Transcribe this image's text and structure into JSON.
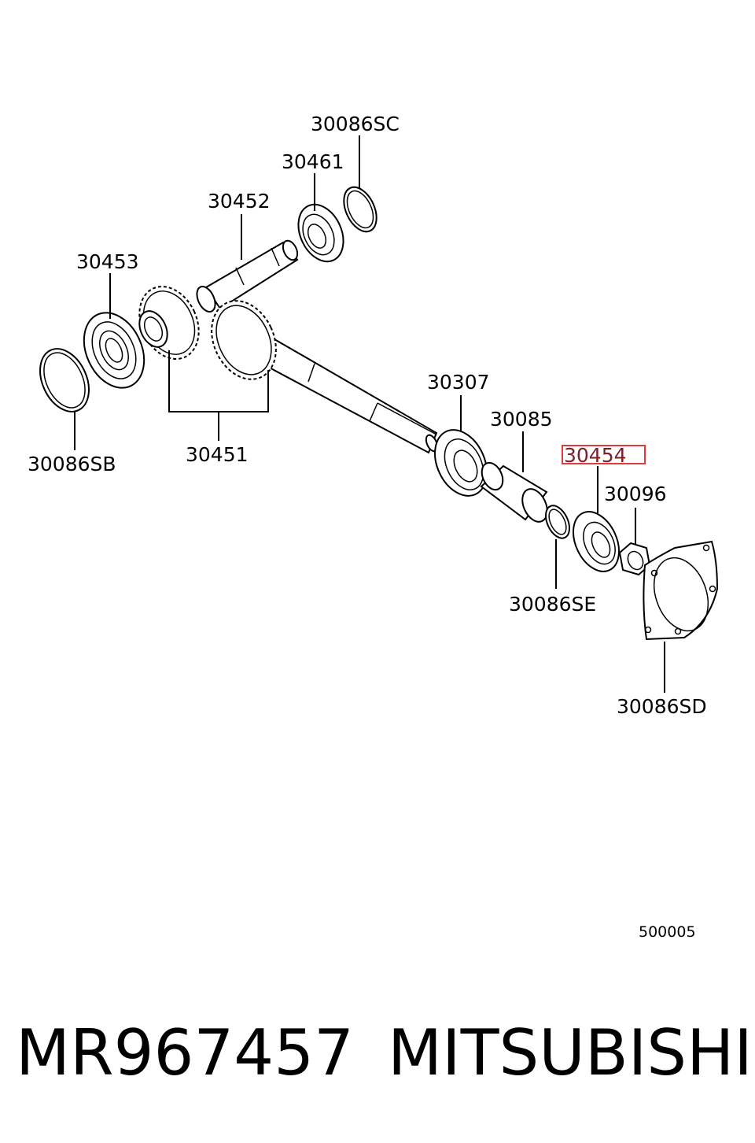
{
  "diagram": {
    "labels": {
      "p30086SC": "30086SC",
      "p30461": "30461",
      "p30452": "30452",
      "p30453": "30453",
      "p30451": "30451",
      "p30086SB": "30086SB",
      "p30307": "30307",
      "p30085": "30085",
      "p30454": "30454",
      "p30096": "30096",
      "p30086SE": "30086SE",
      "p30086SD": "30086SD"
    },
    "highlighted_part": "30454",
    "highlight_color": "#e03a3a",
    "figure_code": "500005"
  },
  "footer": {
    "part_number": "MR967457",
    "brand": "MITSUBISHI"
  }
}
